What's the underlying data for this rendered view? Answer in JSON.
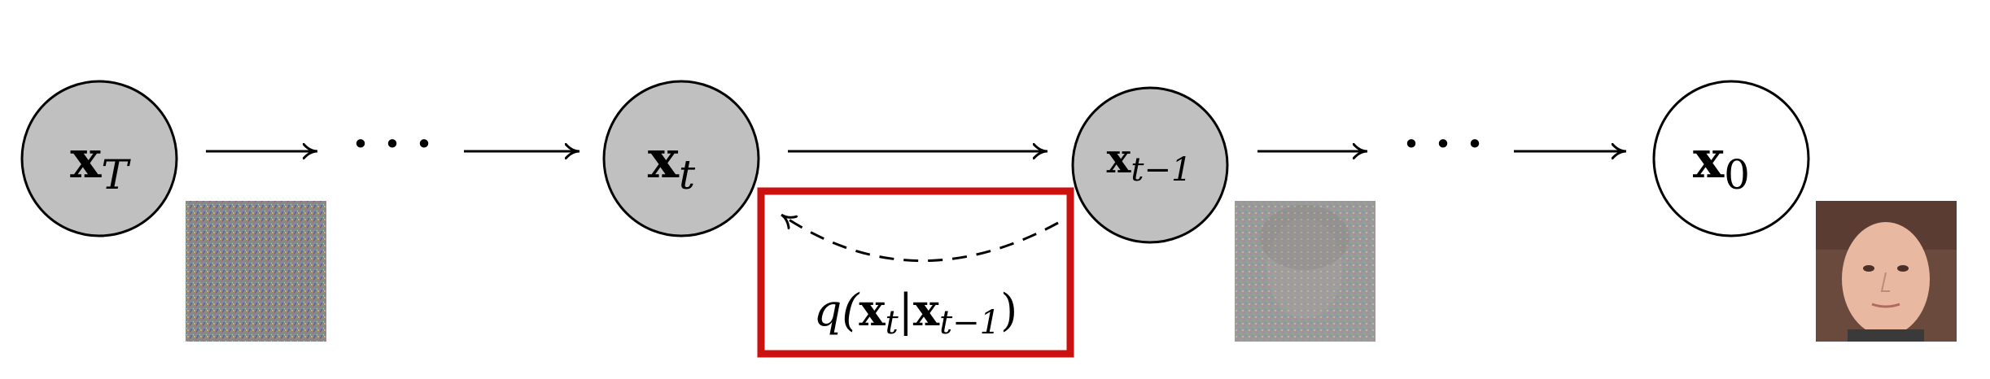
{
  "diagram": {
    "nodes": [
      {
        "id": "xT",
        "base": "x",
        "sub": "T",
        "shaded": true,
        "label": "xT"
      },
      {
        "id": "xt",
        "base": "x",
        "sub": "t",
        "shaded": true,
        "label": "xt"
      },
      {
        "id": "xtm1",
        "base": "x",
        "sub": "t−1",
        "shaded": true,
        "label": "xt−1"
      },
      {
        "id": "x0",
        "base": "x",
        "sub": "0",
        "shaded": false,
        "label": "x0"
      }
    ],
    "ellipsis": "· · ·",
    "process_label": {
      "prefix": "q(",
      "x1": "x",
      "x1_sub": "t",
      "bar": "|",
      "x2": "x",
      "x2_sub": "t−1",
      "suffix": ")"
    },
    "images": [
      {
        "name": "pure-noise-image",
        "content": "noise"
      },
      {
        "name": "noisy-face-image",
        "content": "noisy face"
      },
      {
        "name": "clean-face-image",
        "content": "face"
      }
    ],
    "colors": {
      "node_fill_shaded": "#c0c0c0",
      "node_fill_plain": "#ffffff",
      "stroke": "#000000",
      "highlight_box": "#cc1111"
    }
  }
}
